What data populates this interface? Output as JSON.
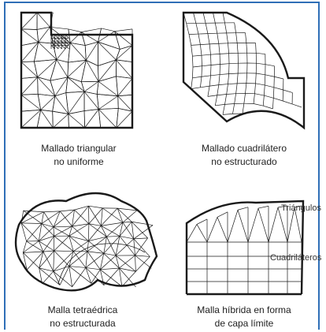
{
  "panels": {
    "tri": {
      "line1": "Mallado triangular",
      "line2": "no uniforme"
    },
    "quad": {
      "line1": "Mallado cuadrilátero",
      "line2": "no estructurado"
    },
    "tet": {
      "line1": "Malla tetraédrica",
      "line2": "no estructurada"
    },
    "hyb": {
      "line1": "Malla híbrida en forma",
      "line2": "de capa límite",
      "label_triangles": "Triángulos",
      "label_quads": "Cuadriláteros"
    }
  }
}
